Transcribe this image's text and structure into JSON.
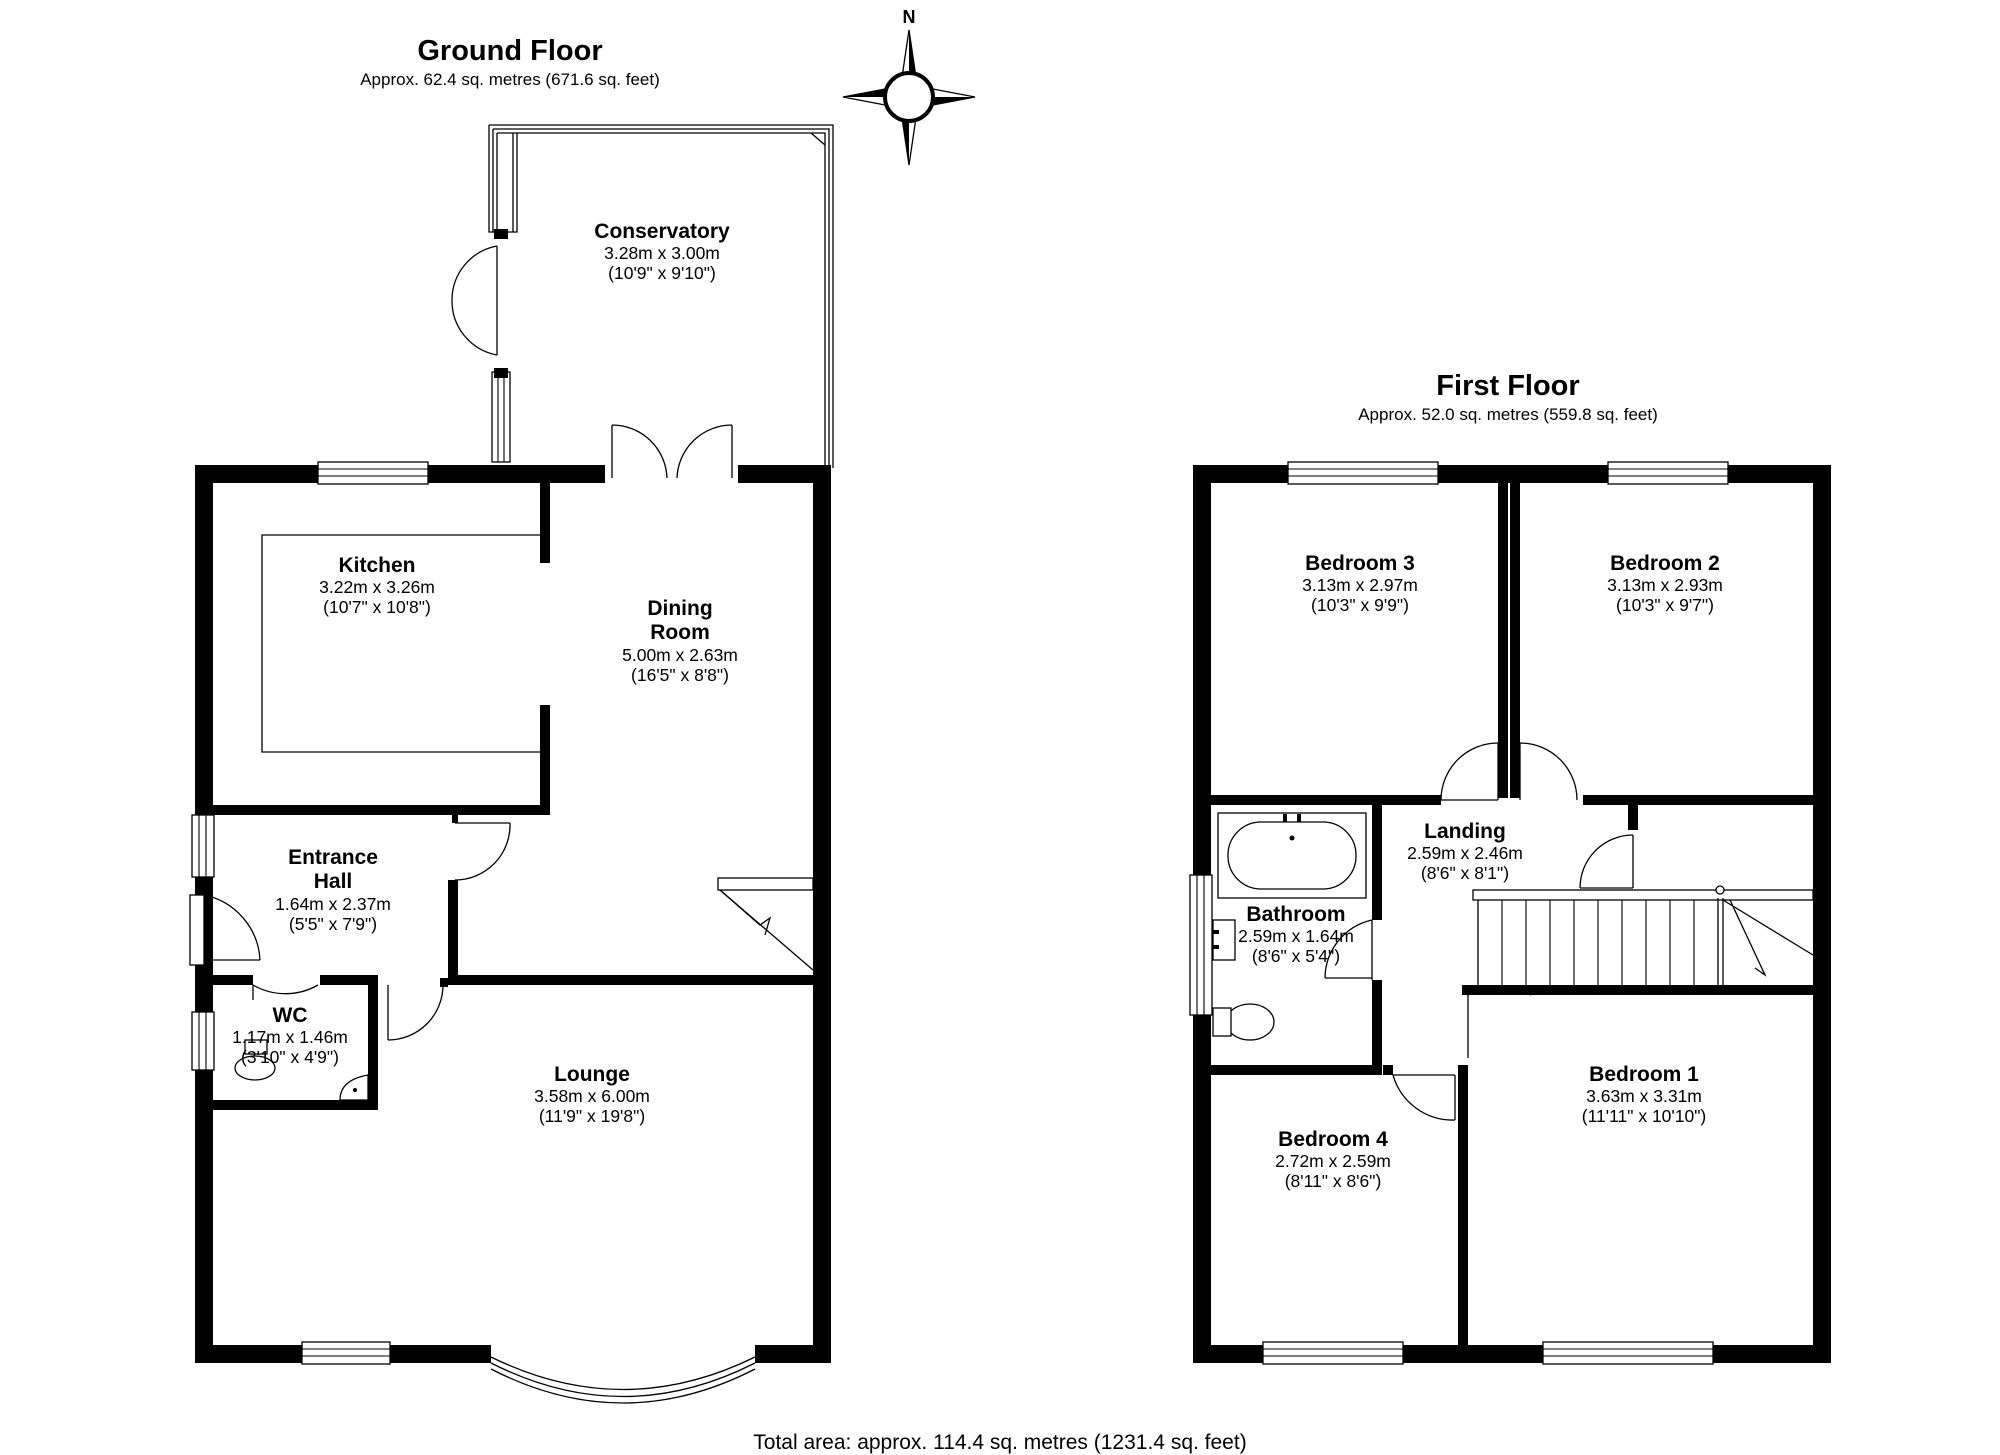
{
  "ground_floor": {
    "title": "Ground Floor",
    "area": "Approx. 62.4 sq. metres (671.6 sq. feet)"
  },
  "first_floor": {
    "title": "First Floor",
    "area": "Approx. 52.0 sq. metres (559.8 sq. feet)"
  },
  "compass": {
    "label": "N"
  },
  "rooms": {
    "conservatory": {
      "name": "Conservatory",
      "metric": "3.28m x 3.00m",
      "imperial": "(10'9\" x 9'10\")"
    },
    "kitchen": {
      "name": "Kitchen",
      "metric": "3.22m x 3.26m",
      "imperial": "(10'7\" x 10'8\")"
    },
    "dining": {
      "name_line1": "Dining",
      "name_line2": "Room",
      "metric": "5.00m x 2.63m",
      "imperial": "(16'5\" x 8'8\")"
    },
    "entrance": {
      "name_line1": "Entrance",
      "name_line2": "Hall",
      "metric": "1.64m x 2.37m",
      "imperial": "(5'5\" x 7'9\")"
    },
    "wc": {
      "name": "WC",
      "metric": "1.17m x 1.46m",
      "imperial": "(3'10\" x 4'9\")"
    },
    "lounge": {
      "name": "Lounge",
      "metric": "3.58m x 6.00m",
      "imperial": "(11'9\" x 19'8\")"
    },
    "bedroom3": {
      "name": "Bedroom 3",
      "metric": "3.13m x 2.97m",
      "imperial": "(10'3\" x 9'9\")"
    },
    "bedroom2": {
      "name": "Bedroom 2",
      "metric": "3.13m x 2.93m",
      "imperial": "(10'3\" x 9'7\")"
    },
    "landing": {
      "name": "Landing",
      "metric": "2.59m x 2.46m",
      "imperial": "(8'6\" x 8'1\")"
    },
    "bathroom": {
      "name": "Bathroom",
      "metric": "2.59m x 1.64m",
      "imperial": "(8'6\" x 5'4\")"
    },
    "bedroom1": {
      "name": "Bedroom 1",
      "metric": "3.63m x 3.31m",
      "imperial": "(11'11\" x 10'10\")"
    },
    "bedroom4": {
      "name": "Bedroom 4",
      "metric": "2.72m x 2.59m",
      "imperial": "(8'11\" x 8'6\")"
    }
  },
  "total_area": "Total area: approx. 114.4 sq. metres (1231.4 sq. feet)"
}
